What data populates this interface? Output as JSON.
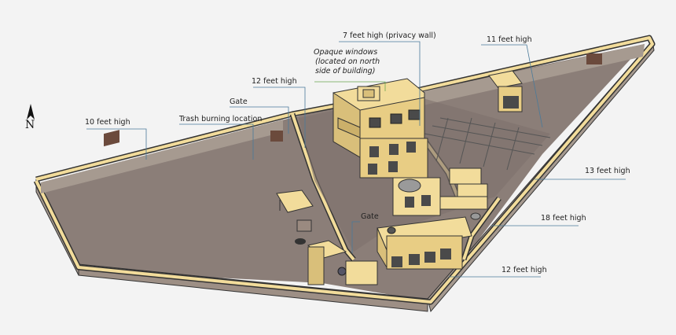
{
  "compass": {
    "letter": "N",
    "icon": "north-arrow-icon"
  },
  "labels": {
    "privacy_wall": "7 feet high (privacy wall)",
    "opaque_windows_1": "Opaque windows",
    "opaque_windows_2": "(located on north",
    "opaque_windows_3": "side of building)",
    "twelve_top": "12 feet high",
    "eleven": "11 feet high",
    "gate_top": "Gate",
    "ten": "10 feet high",
    "trash": "Trash burning location",
    "thirteen": "13 feet high",
    "eighteen": "18 feet high",
    "gate_bottom": "Gate",
    "twelve_bottom": "12 feet high"
  },
  "colors": {
    "wall_top": "#f2dc9b",
    "wall_side": "#8a7a6a",
    "ground": "#8b7e78",
    "wall_face": "#a69a90",
    "brick": "#6b4a3c",
    "leader": "#4a7a9a",
    "leader_green": "#6aa84f"
  }
}
